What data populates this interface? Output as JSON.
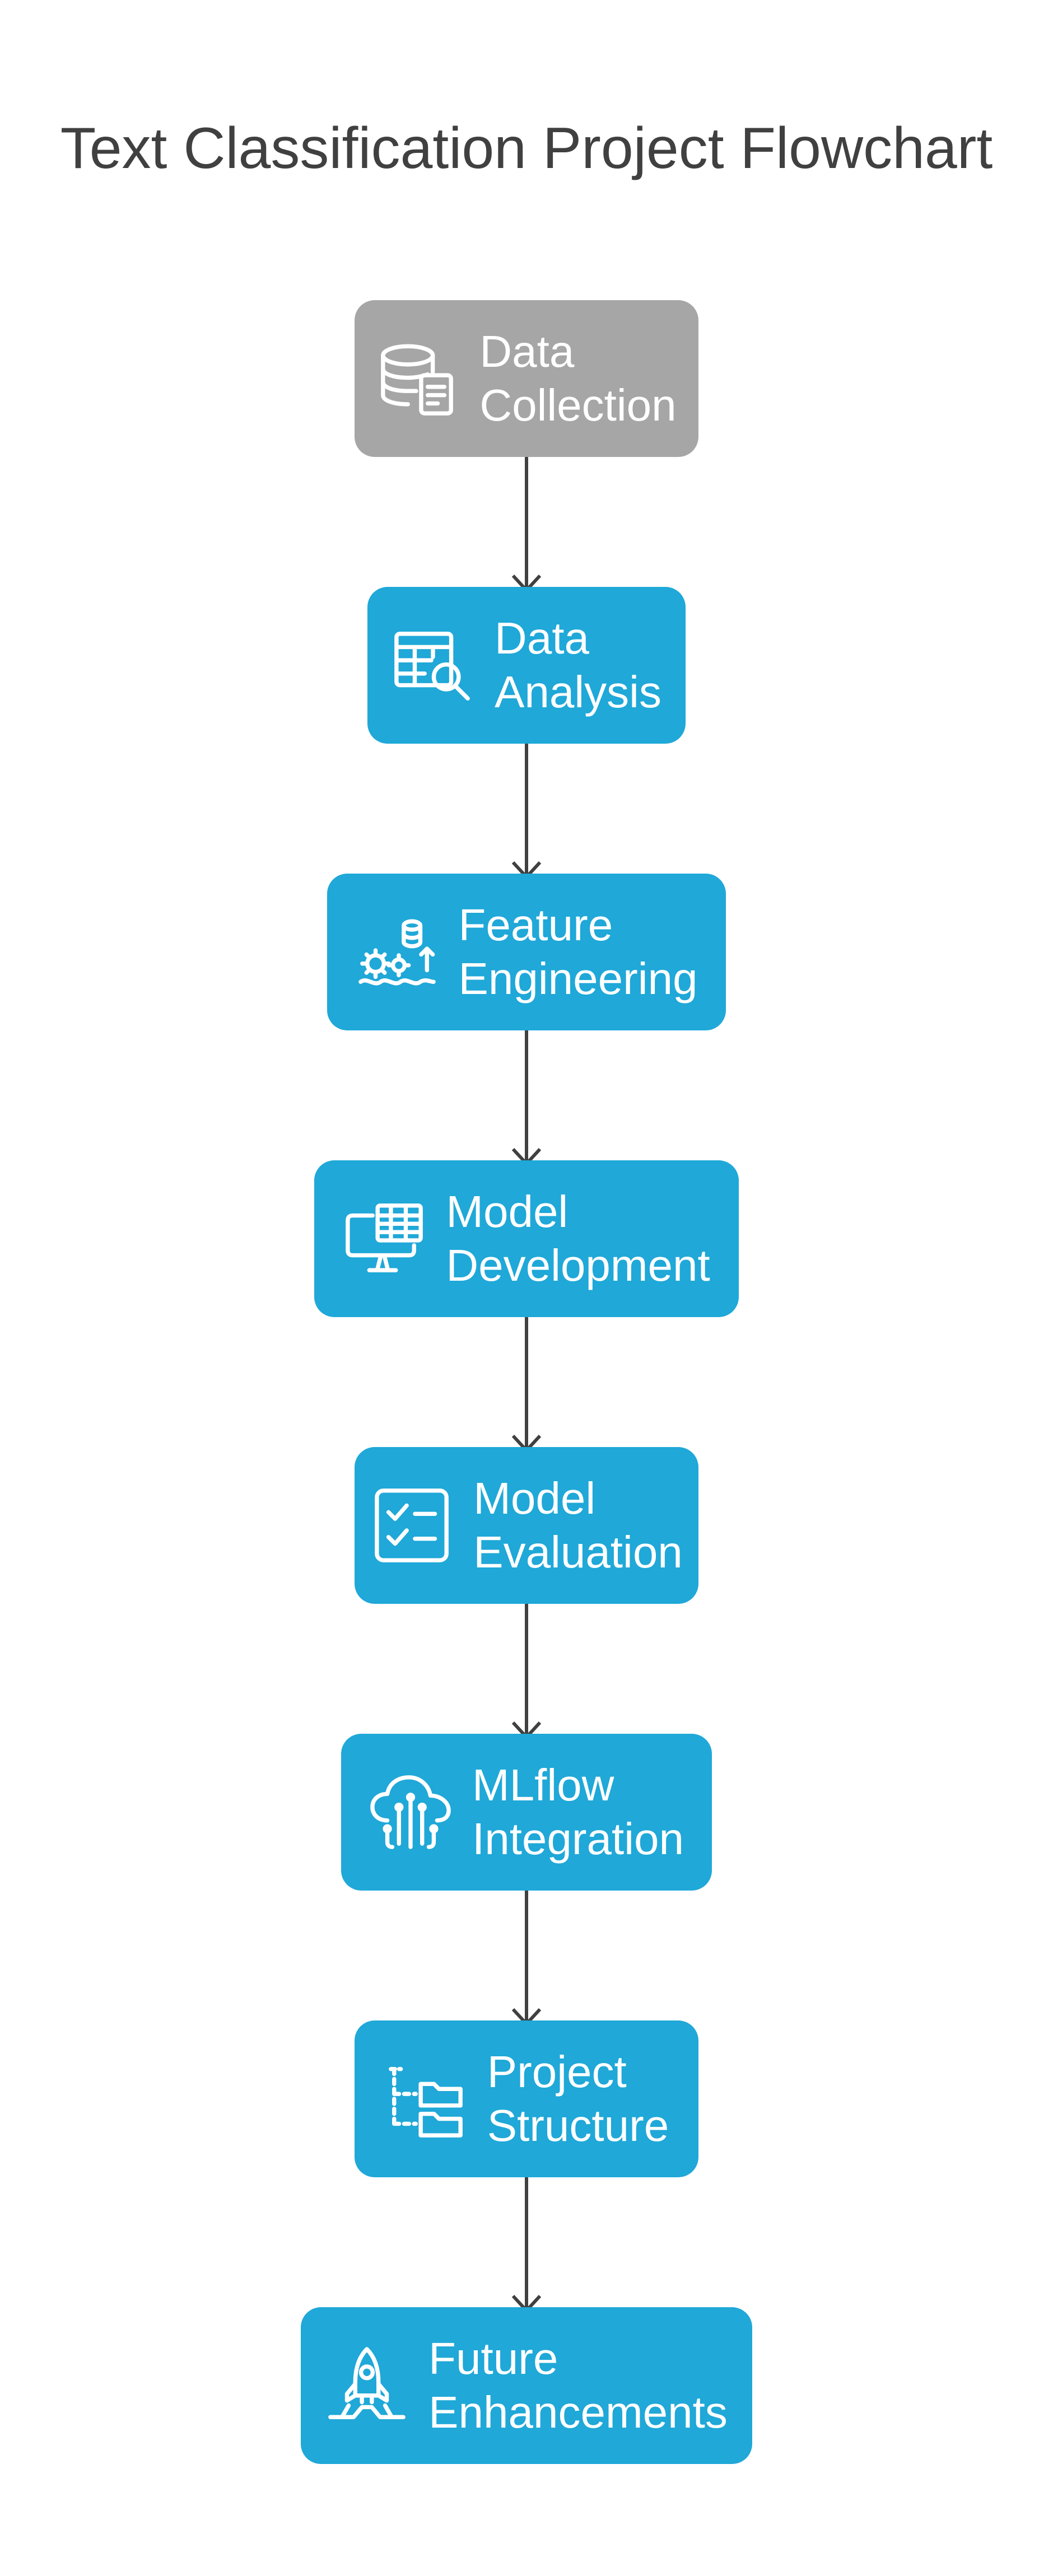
{
  "title": "Text Classification Project Flowchart",
  "colors": {
    "step_default": "#1fa8d8",
    "step_first": "#a6a6a6",
    "arrow": "#404040",
    "text": "#ffffff",
    "title": "#404040"
  },
  "steps": [
    {
      "line1": "Data",
      "line2": "Collection",
      "icon": "database-document-icon"
    },
    {
      "line1": "Data",
      "line2": "Analysis",
      "icon": "table-search-icon"
    },
    {
      "line1": "Feature",
      "line2": "Engineering",
      "icon": "gears-database-icon"
    },
    {
      "line1": "Model",
      "line2": "Development",
      "icon": "monitor-table-icon"
    },
    {
      "line1": "Model",
      "line2": "Evaluation",
      "icon": "checklist-icon"
    },
    {
      "line1": "MLflow",
      "line2": "Integration",
      "icon": "cloud-circuit-icon"
    },
    {
      "line1": "Project",
      "line2": "Structure",
      "icon": "folder-tree-icon"
    },
    {
      "line1": "Future",
      "line2": "Enhancements",
      "icon": "rocket-launch-icon"
    }
  ]
}
